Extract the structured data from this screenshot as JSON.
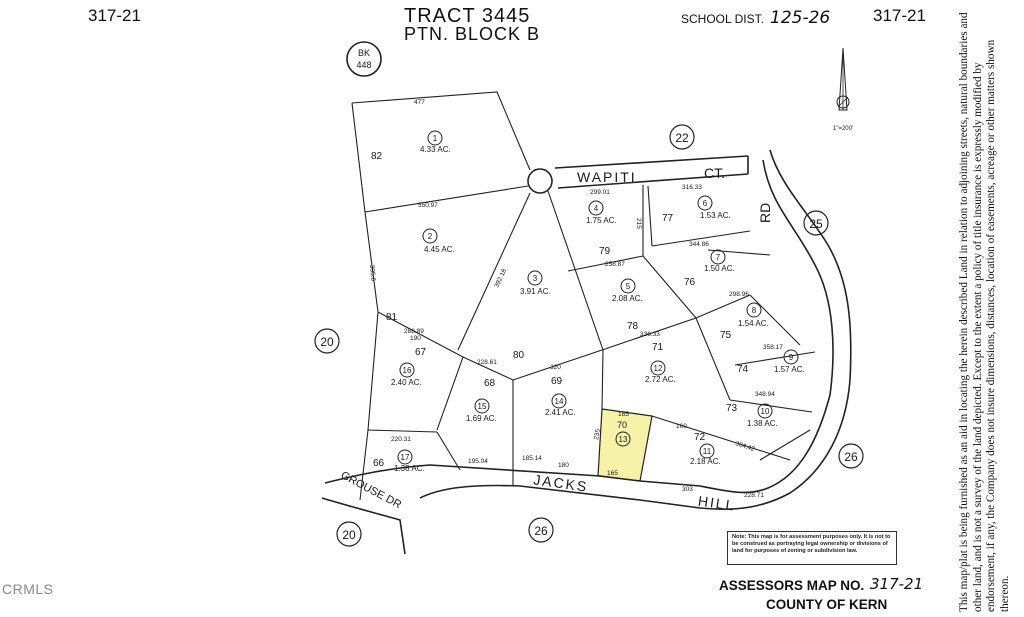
{
  "header": {
    "page_left": "317-21",
    "page_right": "317-21",
    "tract": "TRACT 3445",
    "portion": "PTN. BLOCK B",
    "school_label": "SCHOOL DIST.",
    "school_value": "125-26",
    "book_label": "BK",
    "book_number": "448",
    "scale": "1\"=200'"
  },
  "streets": {
    "wapiti": "WAPITI",
    "ct": "CT.",
    "rd": "RD",
    "jacks": "JACKS",
    "hill": "HILL",
    "grouse": "GROUSE DR"
  },
  "adjacent_blocks": [
    "22",
    "25",
    "20",
    "20",
    "26",
    "26"
  ],
  "parcels": [
    {
      "num": "1",
      "area": "4.33 AC.",
      "lot": "82"
    },
    {
      "num": "2",
      "area": "4.45 AC.",
      "lot": "81"
    },
    {
      "num": "3",
      "area": "3.91 AC.",
      "lot": "80"
    },
    {
      "num": "4",
      "area": "1.75 AC.",
      "lot": "79"
    },
    {
      "num": "5",
      "area": "2.08 AC.",
      "lot": "78"
    },
    {
      "num": "6",
      "area": "1.53 AC.",
      "lot": "77"
    },
    {
      "num": "7",
      "area": "1.50 AC.",
      "lot": "76"
    },
    {
      "num": "8",
      "area": "1.54 AC.",
      "lot": "75"
    },
    {
      "num": "9",
      "area": "1.57 AC.",
      "lot": "74"
    },
    {
      "num": "10",
      "area": "1.38 AC.",
      "lot": "73"
    },
    {
      "num": "11",
      "area": "2.18 AC.",
      "lot": "72"
    },
    {
      "num": "12",
      "area": "2.72 AC.",
      "lot": "71"
    },
    {
      "num": "13",
      "area": "",
      "lot": "70"
    },
    {
      "num": "14",
      "area": "2.41 AC.",
      "lot": "69"
    },
    {
      "num": "15",
      "area": "1.69 AC.",
      "lot": "68"
    },
    {
      "num": "16",
      "area": "2.40 AC.",
      "lot": "67"
    },
    {
      "num": "17",
      "area": "1.38 AC.",
      "lot": "66"
    }
  ],
  "dimensions": [
    "477",
    "550.97",
    "299.01",
    "316.33",
    "344.86",
    "298.96",
    "358.17",
    "348.94",
    "304.42",
    "336.33",
    "258.87",
    "320",
    "228.61",
    "220.31",
    "195.04",
    "185.14",
    "180",
    "185",
    "165",
    "303",
    "228.71",
    "392.18",
    "288.89",
    "395.6",
    "235",
    "215",
    "190",
    "160"
  ],
  "highlight_color": "#f6f2a8",
  "footer": {
    "title_label": "ASSESSORS MAP NO.",
    "title_value": "317-21",
    "county": "COUNTY OF KERN",
    "note": "Note: This map is for assessment purposes only. It is not to be construed as portraying legal ownership or divisions of land for purposes of zoning or subdivision law.",
    "watermark": "CRMLS"
  },
  "disclaimer": "This map/plat is being furnished as an aid in locating the herein described Land in relation to adjoining streets, natural boundaries and other land, and is not a survey of the land depicted. Except to the extent a policy of title insurance is expressly modified by endorsement, if any, the Company does not insure dimensions, distances, location of easements, acreage or other matters shown thereon."
}
